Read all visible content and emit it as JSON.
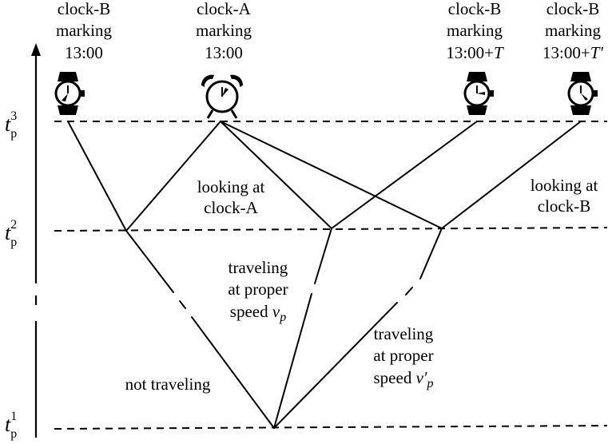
{
  "clocks": {
    "clock_b_1": {
      "name": "clock-B",
      "action": "marking",
      "time": "13:00",
      "icon": "wristwatch-icon"
    },
    "clock_a": {
      "name": "clock-A",
      "action": "marking",
      "time": "13:00",
      "icon": "alarm-clock-icon"
    },
    "clock_b_2": {
      "name": "clock-B",
      "action": "marking",
      "time_base": "13:00+",
      "time_var": "T",
      "icon": "wristwatch-icon"
    },
    "clock_b_3": {
      "name": "clock-B",
      "action": "marking",
      "time_base": "13:00+",
      "time_var": "T′",
      "icon": "wristwatch-icon"
    }
  },
  "levels": {
    "t1": {
      "base": "t",
      "sub": "p",
      "sup": "1"
    },
    "t2": {
      "base": "t",
      "sub": "p",
      "sup": "2"
    },
    "t3": {
      "base": "t",
      "sub": "p",
      "sup": "3"
    }
  },
  "annotations": {
    "looking_a": {
      "line1": "looking at",
      "line2": "clock-A"
    },
    "looking_b": {
      "line1": "looking at",
      "line2": "clock-B"
    },
    "traveling_1": {
      "line1": "traveling",
      "line2": "at proper",
      "line3": "speed ",
      "var": "v",
      "sub": "p"
    },
    "traveling_2": {
      "line1": "traveling",
      "line2": "at proper",
      "line3": "speed ",
      "var": "v′",
      "sub": "p"
    },
    "not_traveling": "not traveling"
  }
}
